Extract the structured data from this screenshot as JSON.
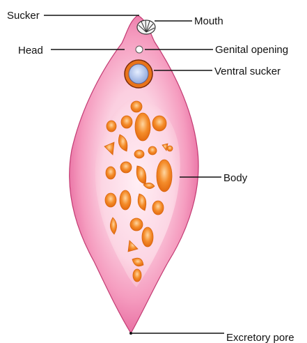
{
  "labels": {
    "sucker": "Sucker",
    "mouth": "Mouth",
    "head": "Head",
    "genital_opening": "Genital opening",
    "ventral_sucker": "Ventral sucker",
    "body": "Body",
    "excretory_pore": "Excretory pore"
  },
  "colors": {
    "body_outer": "#e5649b",
    "body_mid": "#f39bbd",
    "body_inner": "#fbd3e3",
    "organ_orange": "#f07a16",
    "organ_highlight": "#ffd9a8",
    "ventral_sucker_ring": "#e06a14",
    "ventral_sucker_center": "#a9bde8",
    "outline": "#8a1f3c"
  }
}
